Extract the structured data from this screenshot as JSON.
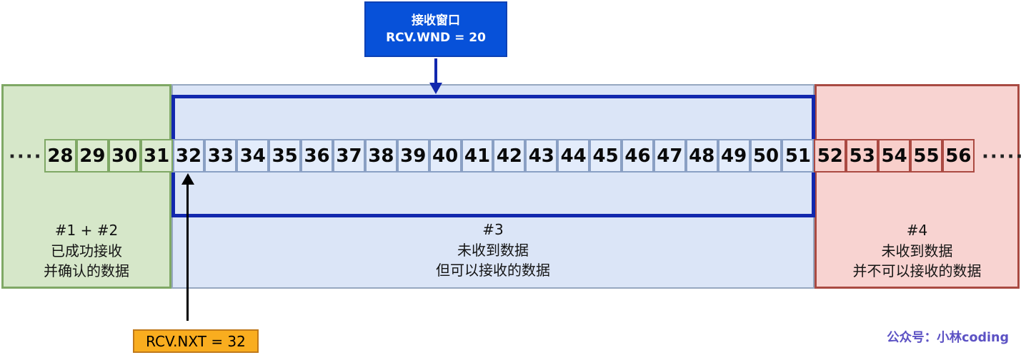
{
  "window_label": {
    "lines": [
      "接收窗口",
      "RCV.WND = 20"
    ]
  },
  "rcv_nxt_label": "RCV.NXT = 32",
  "watermark": "公众号：小林coding",
  "ellipsis_left": "·····",
  "ellipsis_right": "·····",
  "regions": [
    {
      "name": "received-and-acked",
      "lines": [
        "#1 + #2",
        "已成功接收",
        "并确认的数据"
      ]
    },
    {
      "name": "not-received-but-receivable",
      "lines": [
        "#3",
        "未收到数据",
        "但可以接收的数据"
      ]
    },
    {
      "name": "not-received-not-receivable",
      "lines": [
        "#4",
        "未收到数据",
        "并不可以接收的数据"
      ]
    }
  ],
  "sequence": {
    "segments": [
      {
        "state": "received",
        "numbers": [
          28,
          29,
          30,
          31
        ]
      },
      {
        "state": "receivable",
        "numbers": [
          32,
          33,
          34,
          35,
          36,
          37,
          38,
          39,
          40,
          41,
          42,
          43,
          44,
          45,
          46,
          47,
          48,
          49,
          50,
          51
        ]
      },
      {
        "state": "unreceivable",
        "numbers": [
          52,
          53,
          54,
          55,
          56
        ]
      }
    ]
  },
  "colors": {
    "window_outline": "#1228ae",
    "window_label_bg": "#0751d9",
    "received_fill": "#d6e7c9",
    "received_border": "#7fa865",
    "receivable_fill": "#dbe5f7",
    "receivable_border": "#96a7c0",
    "unreceivable_fill": "#f8d3d1",
    "unreceivable_border": "#a94a42",
    "rcv_nxt_bg": "#f9ad1f",
    "rcv_nxt_border": "#c0791a",
    "watermark_color": "#5c52c4"
  }
}
